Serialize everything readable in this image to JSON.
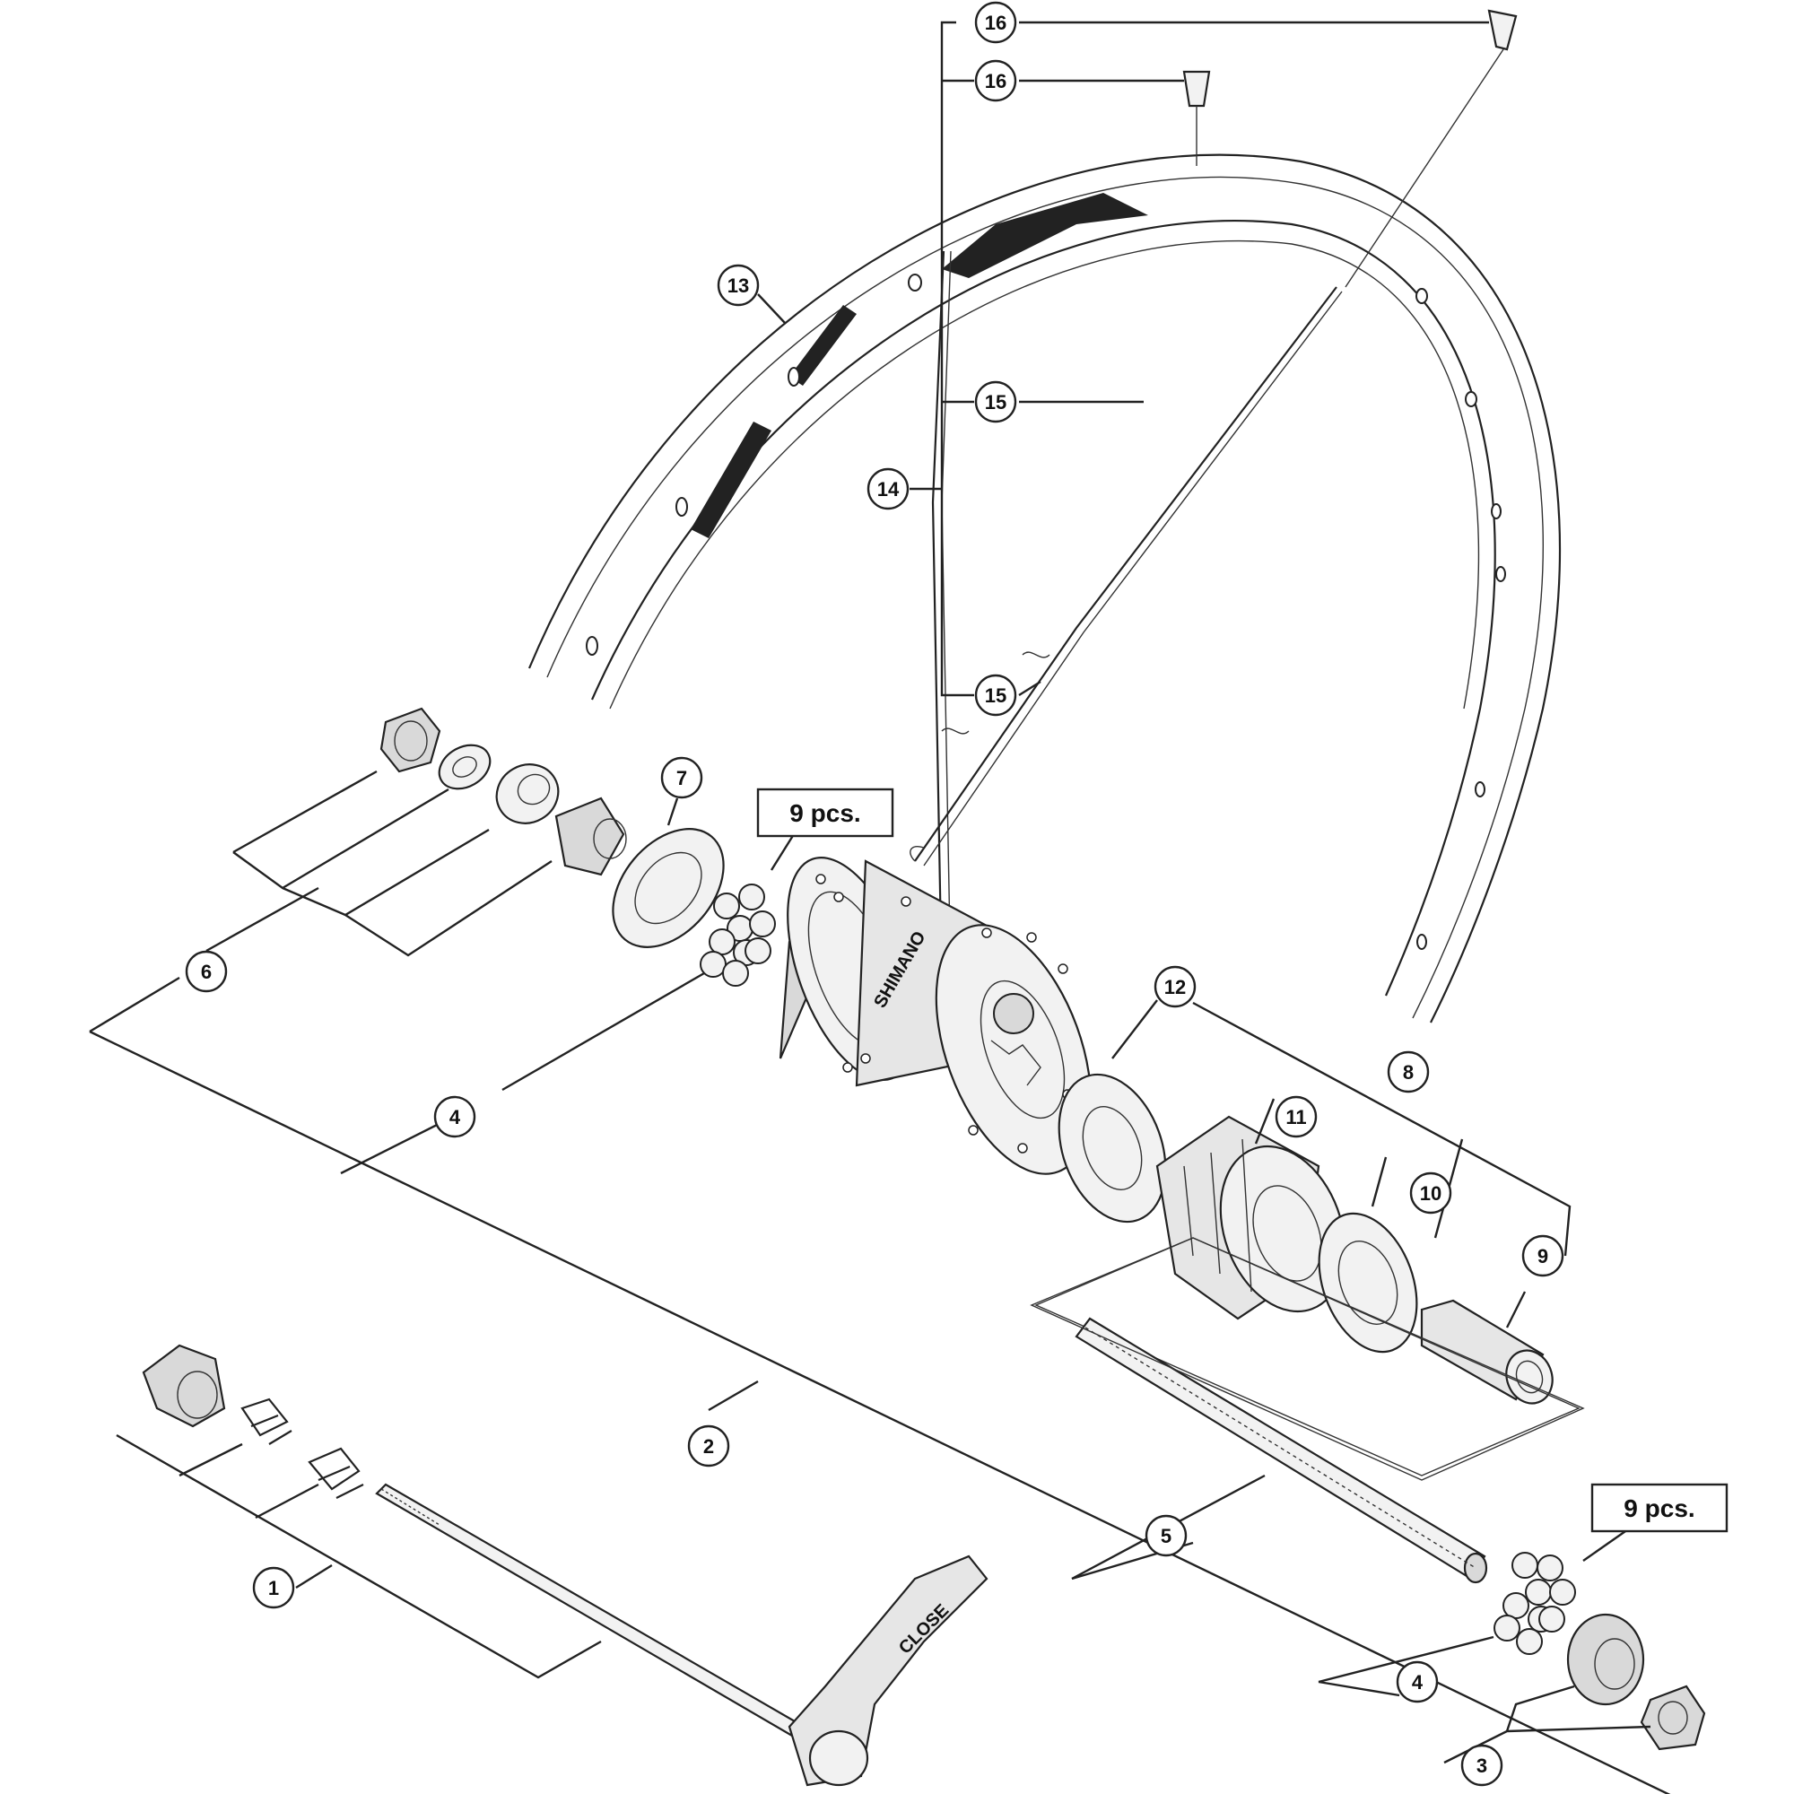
{
  "diagram": {
    "callouts": {
      "c1": "1",
      "c2": "2",
      "c3": "3",
      "c4a": "4",
      "c4b": "4",
      "c5": "5",
      "c6": "6",
      "c7": "7",
      "c8": "8",
      "c9": "9",
      "c10": "10",
      "c11": "11",
      "c12": "12",
      "c13": "13",
      "c14": "14",
      "c15a": "15",
      "c15b": "15",
      "c16a": "16",
      "c16b": "16"
    },
    "boxes": {
      "balls_front": "9 pcs.",
      "balls_rear": "9 pcs."
    },
    "hub_brand": "SHIMANO",
    "lever_brand": "CLOSE",
    "colors": {
      "line": "#222222",
      "fill_light": "#f2f2f2",
      "fill_mid": "#d9d9d9",
      "fill_dark": "#8a8a8a"
    }
  }
}
